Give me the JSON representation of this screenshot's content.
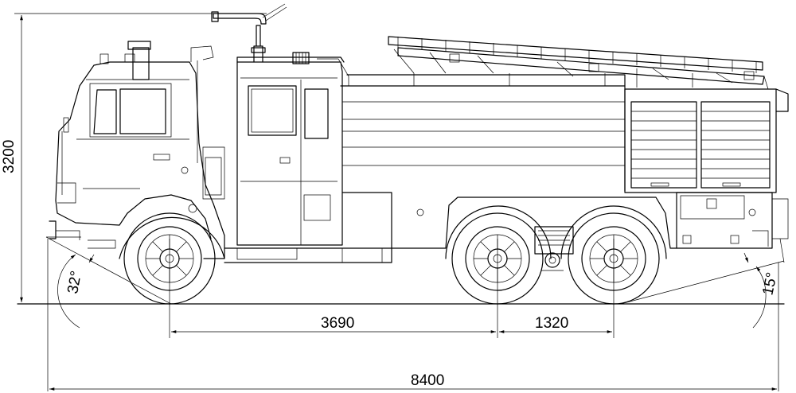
{
  "dimensions": {
    "height": "3200",
    "wheelbase_front": "3690",
    "wheelbase_rear": "1320",
    "overall_length": "8400"
  },
  "angles": {
    "approach": "32°",
    "departure": "15°"
  }
}
